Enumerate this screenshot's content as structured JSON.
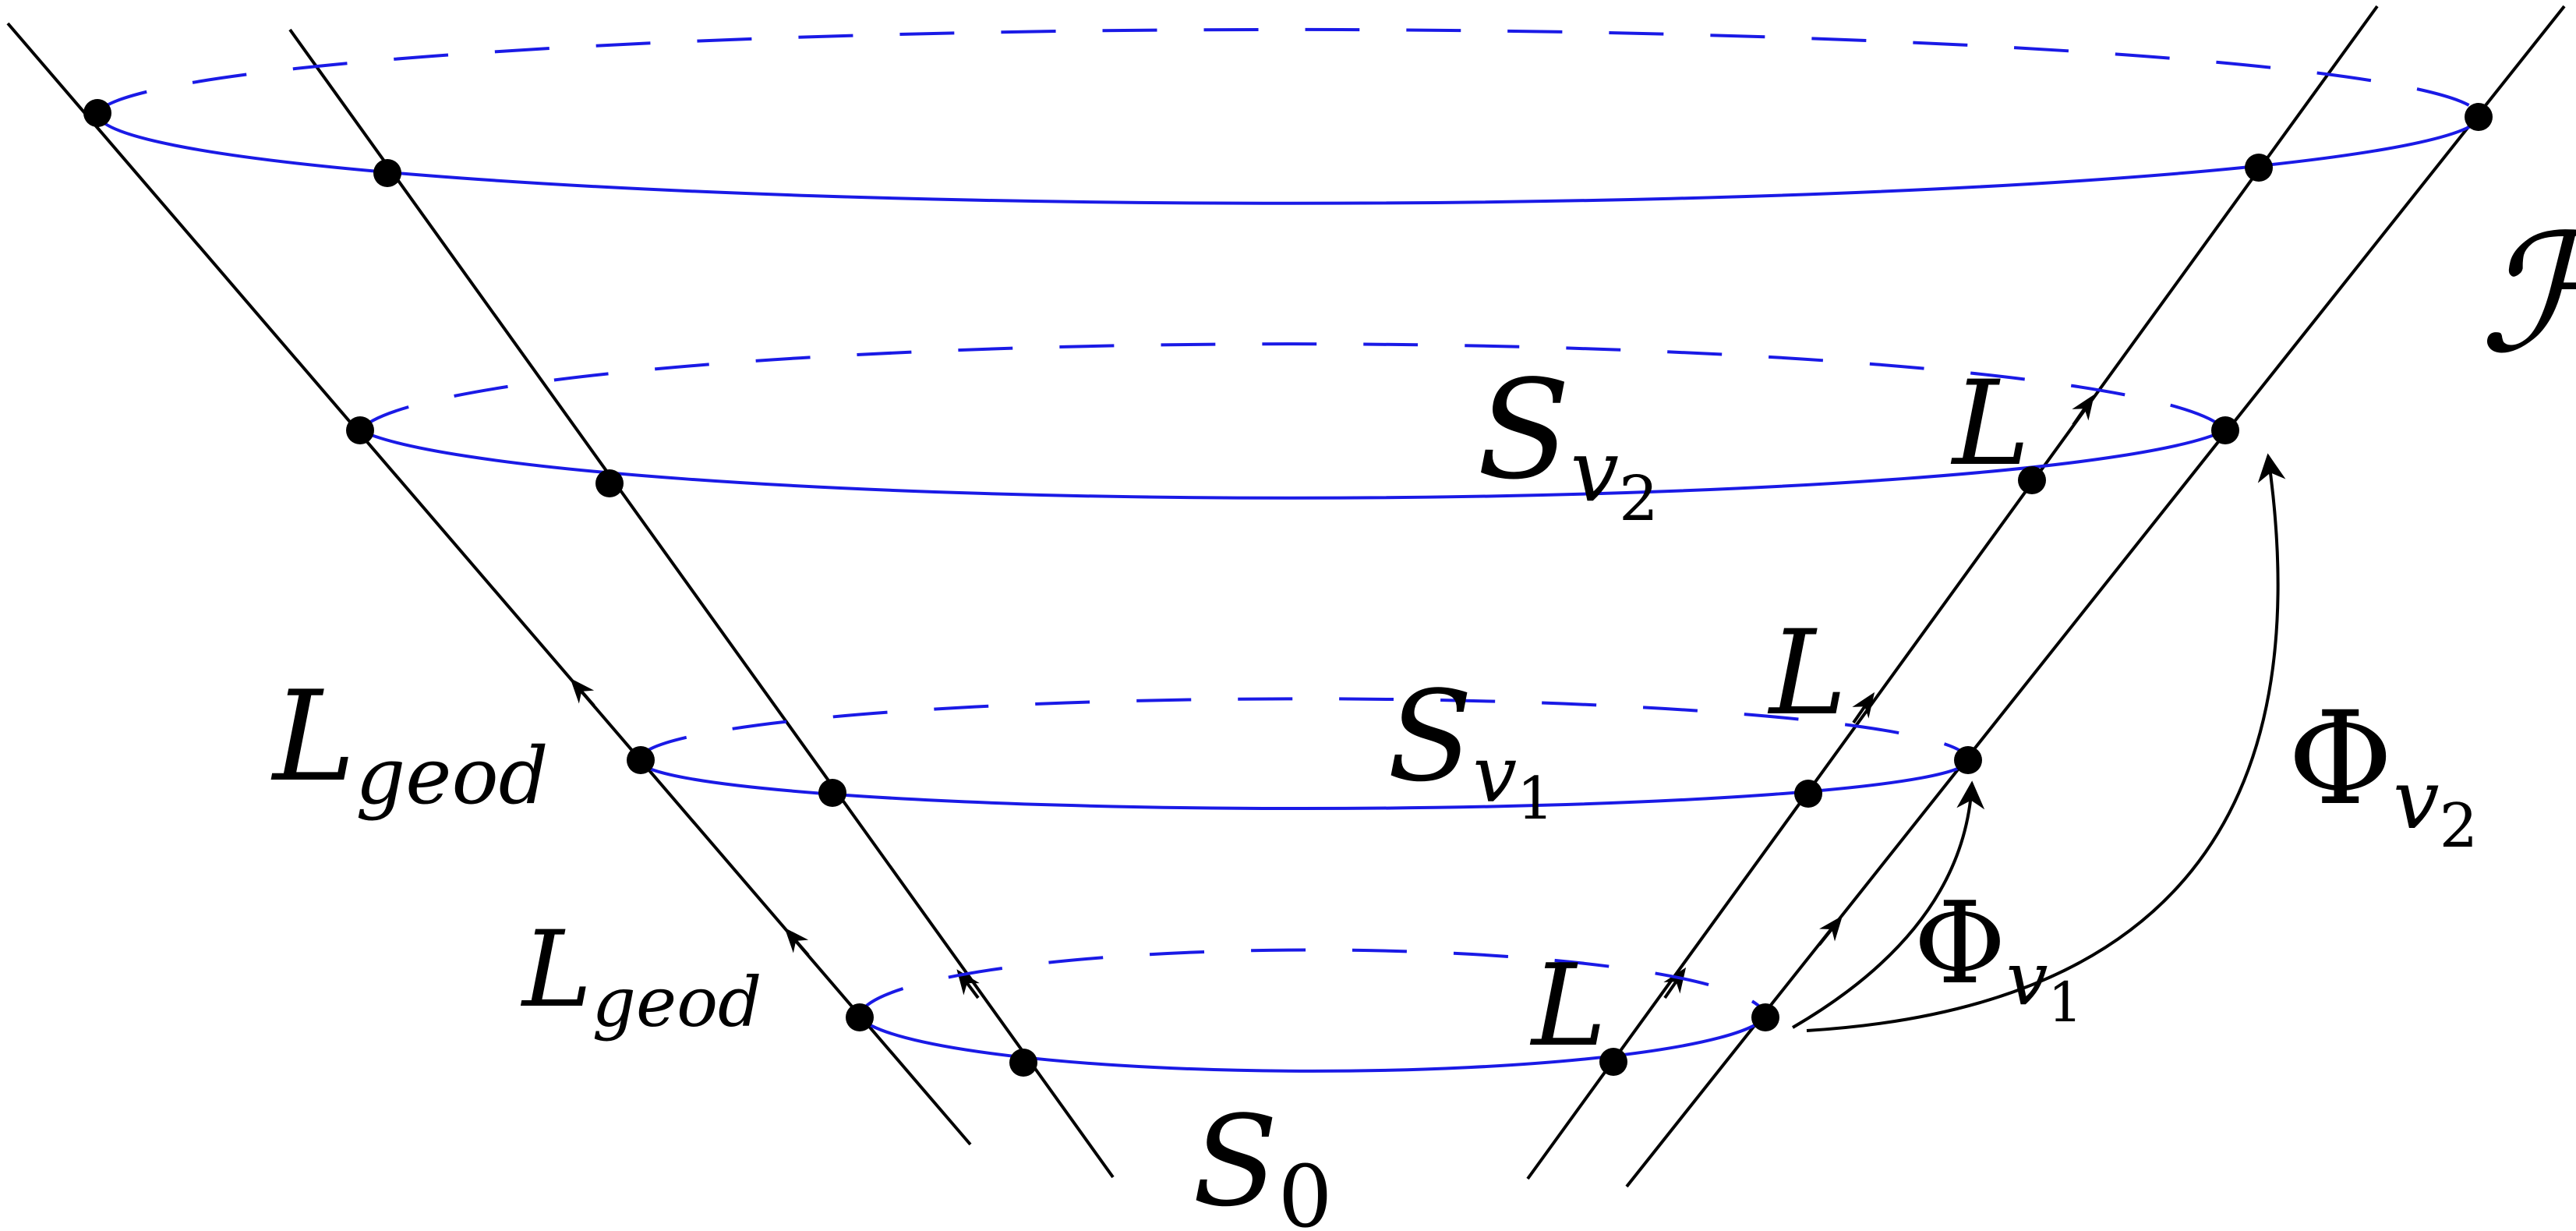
{
  "colors": {
    "section_blue": "#1a1ae6",
    "generator_black": "#000000",
    "background": "#ffffff"
  },
  "labels": {
    "horizon": "ℋ",
    "s_v2": {
      "base": "S",
      "sub": "v",
      "subsub": "2"
    },
    "s_v1": {
      "base": "S",
      "sub": "v",
      "subsub": "1"
    },
    "s_0": {
      "base": "S",
      "sub": "0"
    },
    "phi_v2": {
      "base": "Φ",
      "sub": "v",
      "subsub": "2"
    },
    "phi_v1": {
      "base": "Φ",
      "sub": "v",
      "subsub": "1"
    },
    "l_geod_upper": {
      "base": "L",
      "sub": "geod"
    },
    "l_geod_lower": {
      "base": "L",
      "sub": "geod"
    },
    "l_top": "L",
    "l_mid": "L",
    "l_bottom": "L"
  }
}
